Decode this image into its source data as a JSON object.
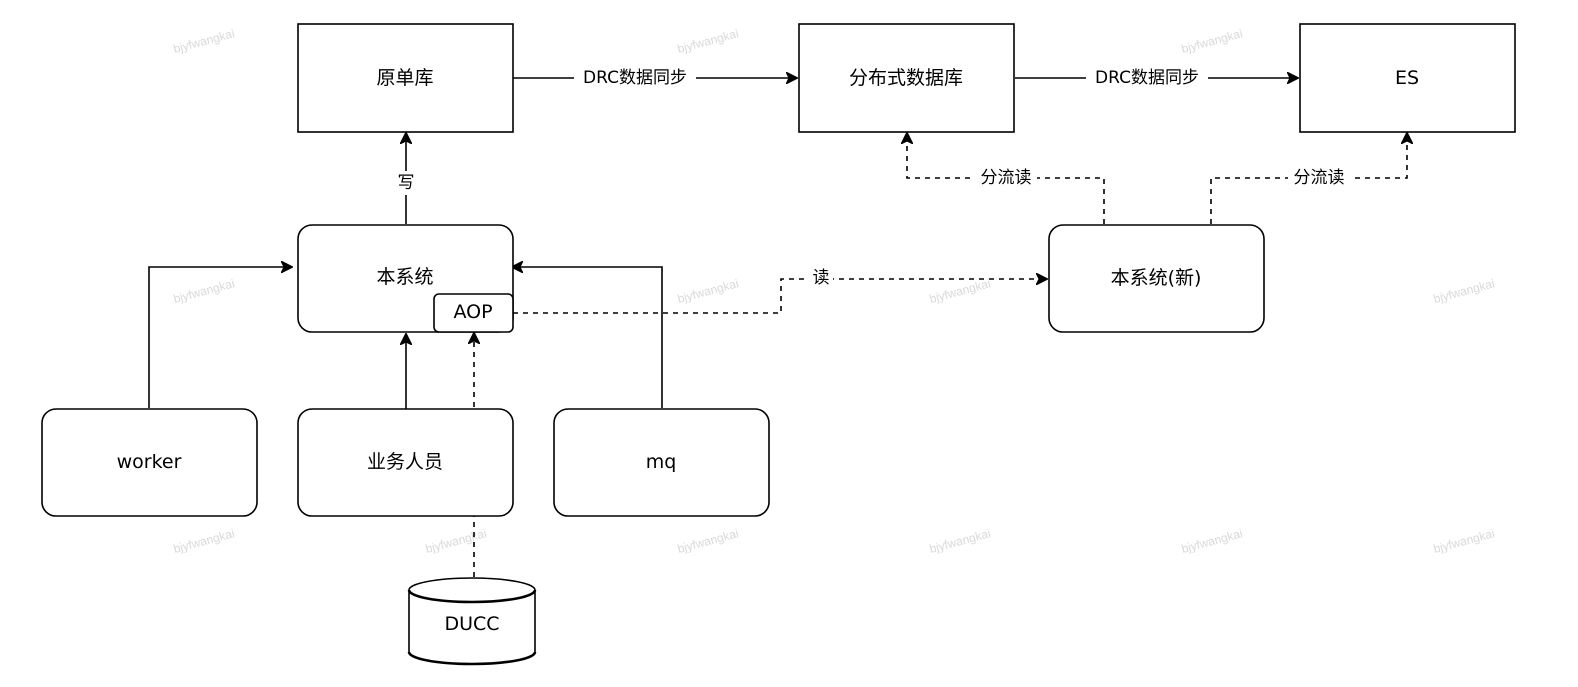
{
  "watermark": "bjyfwangkai",
  "nodes": {
    "orig_db": "原单库",
    "dist_db": "分布式数据库",
    "es": "ES",
    "system": "本系统",
    "aop": "AOP",
    "system_new": "本系统(新)",
    "worker": "worker",
    "staff": "业务人员",
    "mq": "mq",
    "ducc": "DUCC"
  },
  "edges": {
    "sync1": "DRC数据同步",
    "sync2": "DRC数据同步",
    "write": "写",
    "read": "读",
    "shunt1": "分流读",
    "shunt2": "分流读"
  }
}
